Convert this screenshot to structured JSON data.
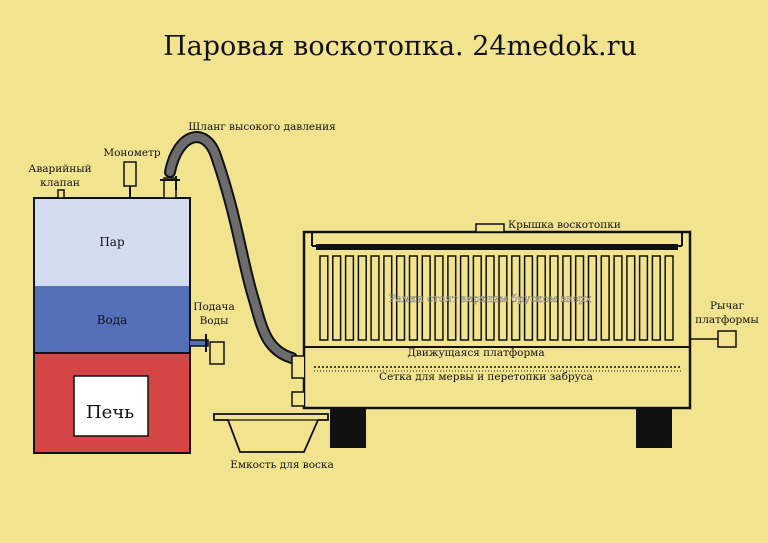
{
  "title": "Паровая воскотопка. 24medok.ru",
  "labels": {
    "hose": "Шланг высокого давления",
    "manometer": "Монометр",
    "valve_line1": "Аварийный",
    "valve_line2": "клапан",
    "steam": "Пар",
    "water": "Вода",
    "water_feed_line1": "Подача",
    "water_feed_line2": "Воды",
    "stove": "Печь",
    "lid": "Крышка воскотопки",
    "frames": "Рамки стоят верхним бруском вверх",
    "platform": "Движущаяся платформа",
    "mesh": "Сетка для мервы и перетопки забруса",
    "lever_line1": "Рычаг",
    "lever_line2": "платформы",
    "wax_container": "Емкость для воска"
  },
  "colors": {
    "background": "#f2e38e",
    "steam": "#d4dcf2",
    "water": "#5470b8",
    "stove": "#d64545",
    "hose": "#6c6c6c",
    "outline": "#111111"
  }
}
